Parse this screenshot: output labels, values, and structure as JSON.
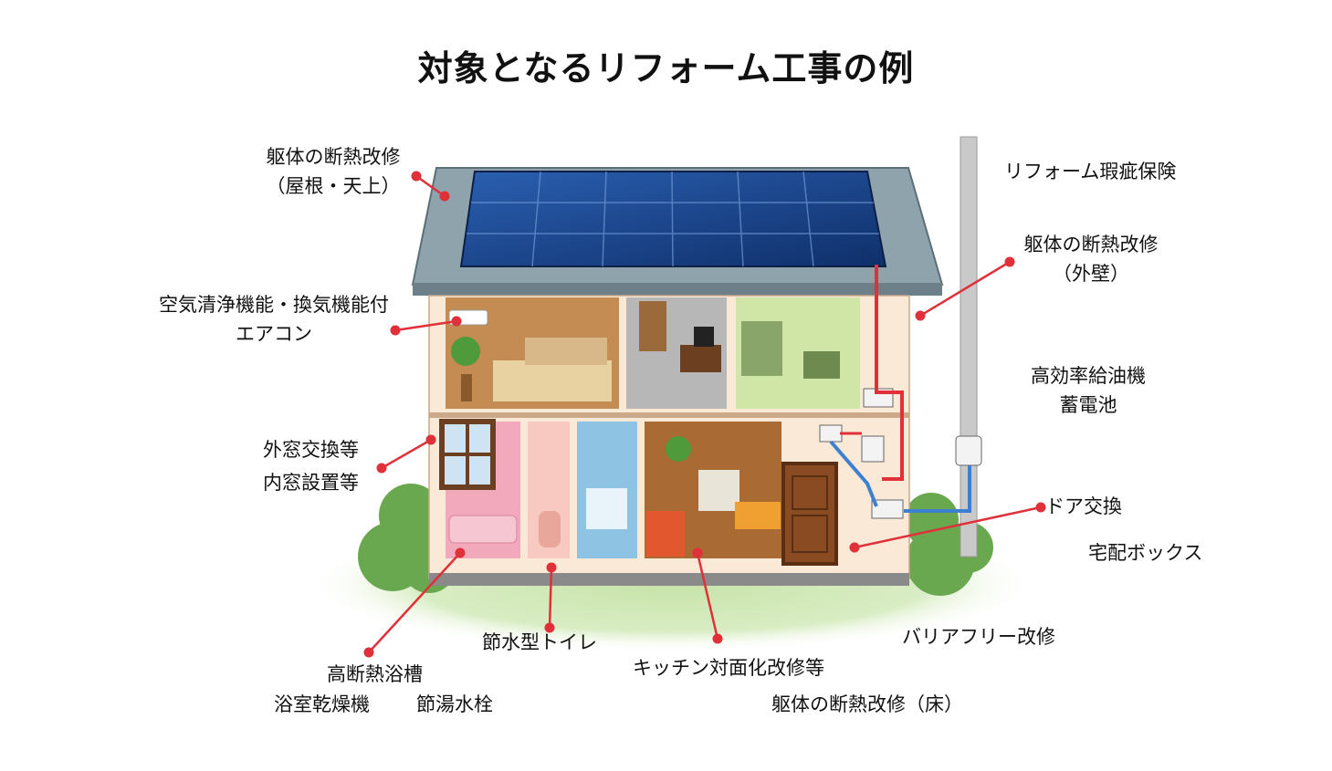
{
  "title": "対象となるリフォーム工事の例",
  "labels": {
    "roof_insulation_1": "躯体の断熱改修",
    "roof_insulation_2": "（屋根・天上）",
    "aircon_1": "空気清浄機能・換気機能付",
    "aircon_2": "エアコン",
    "window_1": "外窓交換等",
    "window_2": "内窓設置等",
    "bath_1": "高断熱浴槽",
    "bath_2": "浴室乾燥機",
    "faucet": "節湯水栓",
    "toilet": "節水型トイレ",
    "kitchen": "キッチン対面化改修等",
    "floor_insulation": "躯体の断熱改修（床）",
    "barrier_free": "バリアフリー改修",
    "delivery_box": "宅配ボックス",
    "door": "ドア交換",
    "boiler_1": "高効率給油機",
    "boiler_2": "蓄電池",
    "wall_insulation_1": "躯体の断熱改修",
    "wall_insulation_2": "（外壁）",
    "warranty": "リフォーム瑕疵保険"
  },
  "colors": {
    "callout": "#e0303a",
    "solar": "#1f4f9a",
    "roof": "#8fa3ad",
    "wall": "#fbe9d7",
    "lawn": "#c7e3a8"
  }
}
